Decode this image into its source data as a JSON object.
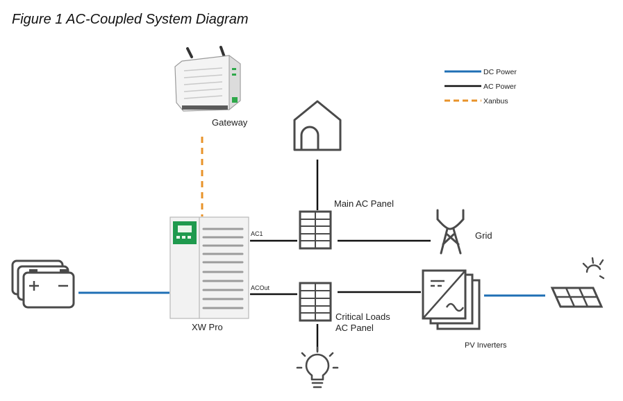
{
  "title": "Figure 1 AC-Coupled System Diagram",
  "legend": [
    {
      "label": "DC Power",
      "color": "#1f6fb5",
      "style": "solid"
    },
    {
      "label": "AC Power",
      "color": "#111111",
      "style": "solid"
    },
    {
      "label": "Xanbus",
      "color": "#e8932a",
      "style": "dashed"
    }
  ],
  "components": {
    "gateway": "Gateway",
    "xw_pro": "XW Pro",
    "main_ac_panel": "Main AC Panel",
    "grid": "Grid",
    "critical_loads_line1": "Critical Loads",
    "critical_loads_line2": "AC Panel",
    "pv_inverters": "PV Inverters",
    "ac1_port": "AC1",
    "acout_port": "ACOut"
  },
  "icons": {
    "house": "house-icon",
    "grid_tower": "transmission-tower-icon",
    "sun": "sun-icon",
    "solar_panel": "solar-panel-icon",
    "battery": "battery-bank-icon",
    "bulb": "light-bulb-icon",
    "inverter": "pv-inverter-icon",
    "panel": "ac-panel-icon"
  }
}
